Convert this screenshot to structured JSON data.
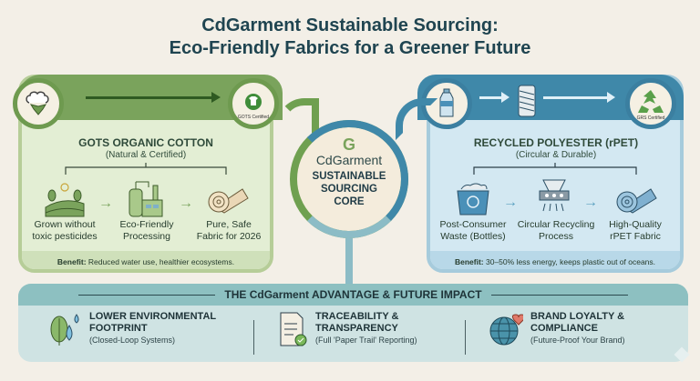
{
  "title": {
    "line1": "CdGarment Sustainable Sourcing:",
    "line2": "Eco-Friendly Fabrics for a Greener Future"
  },
  "left_panel": {
    "title": "GOTS ORGANIC COTTON",
    "subtitle": "(Natural & Certified)",
    "top_icons": [
      "cotton-boll-icon",
      "gots-certified-badge-icon"
    ],
    "badge_label": "GOTS Certified",
    "steps": [
      {
        "icon": "field-sun-icon",
        "label_line1": "Grown without",
        "label_line2": "toxic pesticides"
      },
      {
        "icon": "eco-factory-icon",
        "label_line1": "Eco-Friendly",
        "label_line2": "Processing"
      },
      {
        "icon": "fabric-roll-icon",
        "label_line1": "Pure, Safe",
        "label_line2": "Fabric for 2026"
      }
    ],
    "benefit_label": "Benefit:",
    "benefit_text": "Reduced water use, healthier ecosystems.",
    "color": "#7aa35c"
  },
  "right_panel": {
    "title": "RECYCLED POLYESTER (rPET)",
    "subtitle": "(Circular & Durable)",
    "top_icons": [
      "plastic-bottle-icon",
      "yarn-spool-icon",
      "grs-recycle-badge-icon"
    ],
    "badge_label": "GRS Certified",
    "steps": [
      {
        "icon": "recycle-bin-icon",
        "label_line1": "Post-Consumer",
        "label_line2": "Waste (Bottles)"
      },
      {
        "icon": "recycling-machine-icon",
        "label_line1": "Circular Recycling",
        "label_line2": "Process"
      },
      {
        "icon": "rpet-fabric-roll-icon",
        "label_line1": "High-Quality",
        "label_line2": "rPET Fabric"
      }
    ],
    "benefit_label": "Benefit:",
    "benefit_text": "30–50% less energy, keeps plastic out of oceans.",
    "color": "#3f88a9"
  },
  "core": {
    "brand": "CdGarment",
    "line1": "SUSTAINABLE",
    "line2": "SOURCING",
    "line3": "CORE"
  },
  "bottom": {
    "heading": "THE CdGarment ADVANTAGE & FUTURE IMPACT",
    "items": [
      {
        "icon": "leaf-water-drop-icon",
        "title_line1": "LOWER ENVIRONMENTAL",
        "title_line2": "FOOTPRINT",
        "subtitle": "(Closed-Loop Systems)"
      },
      {
        "icon": "document-check-icon",
        "title_line1": "TRACEABILITY &",
        "title_line2": "TRANSPARENCY",
        "subtitle": "(Full 'Paper Trail' Reporting)"
      },
      {
        "icon": "globe-heart-icon",
        "title_line1": "BRAND LOYALTY &",
        "title_line2": "COMPLIANCE",
        "subtitle": "(Future-Proof Your Brand)"
      }
    ]
  }
}
